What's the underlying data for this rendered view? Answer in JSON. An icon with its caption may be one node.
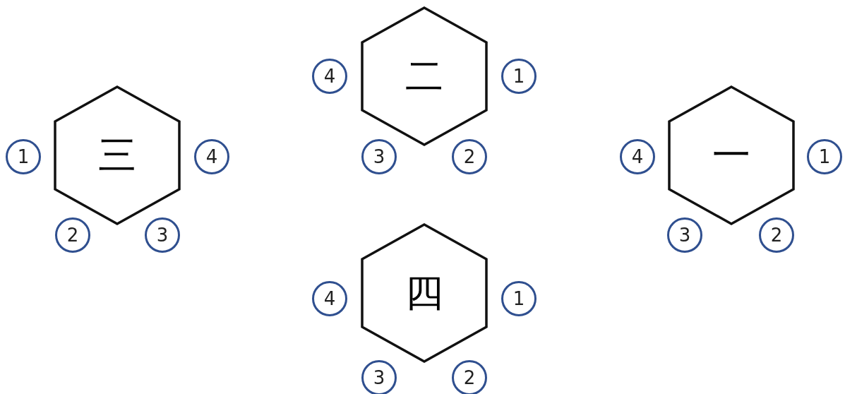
{
  "diagram": {
    "nodes": [
      {
        "text": [
          "三"
        ]
      },
      {
        "text": [
          "1"
        ]
      },
      {
        "text": [
          "4"
        ]
      },
      {
        "text": [
          "2"
        ]
      },
      {
        "text": [
          "3"
        ]
      },
      {
        "text": [
          "二"
        ]
      },
      {
        "text": [
          "4"
        ]
      },
      {
        "text": [
          "1"
        ]
      },
      {
        "text": [
          "3"
        ]
      },
      {
        "text": [
          "2"
        ]
      },
      {
        "text": [
          "一"
        ]
      },
      {
        "text": [
          "4"
        ]
      },
      {
        "text": [
          "1"
        ]
      },
      {
        "text": [
          "3"
        ]
      },
      {
        "text": [
          "2"
        ]
      },
      {
        "text": [
          "四"
        ]
      },
      {
        "text": [
          "4"
        ]
      },
      {
        "text": [
          "1"
        ]
      },
      {
        "text": [
          "3"
        ]
      },
      {
        "text": [
          "2"
        ]
      }
    ]
  }
}
